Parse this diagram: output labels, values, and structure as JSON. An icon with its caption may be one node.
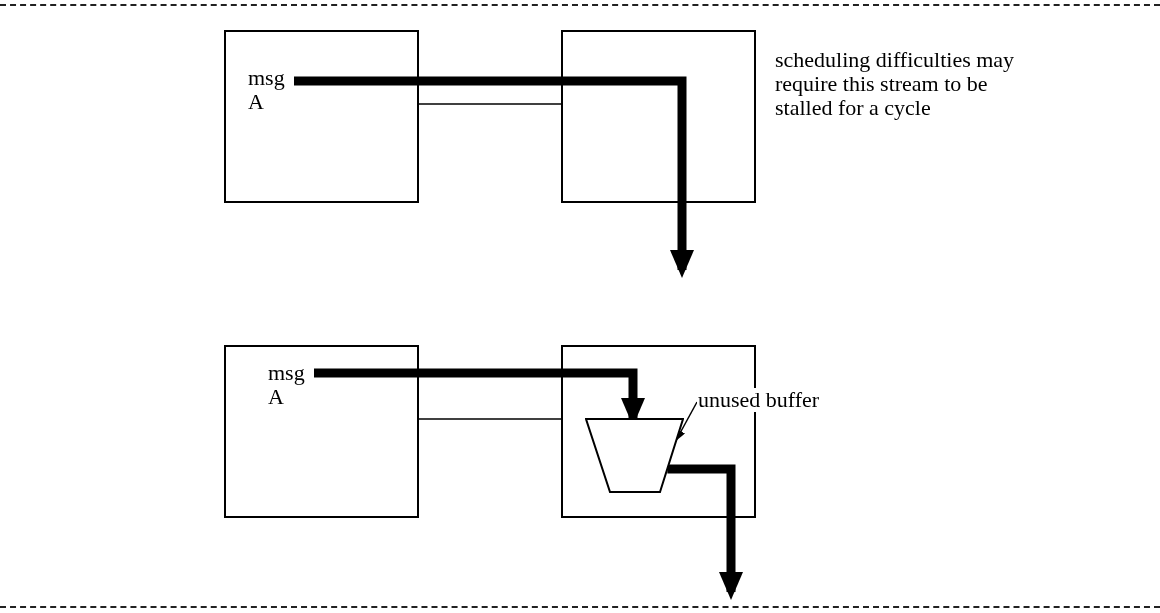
{
  "diagram": {
    "nodes": [
      {
        "text": [],
        "shape": "box"
      },
      {
        "text": [
          "msg A"
        ],
        "in": 0
      },
      {
        "text": [],
        "shape": "box",
        "beside": [
          "scheduling difficulties may require this stream to be stalled for a cycle"
        ]
      },
      {
        "text": [],
        "shape": "box"
      },
      {
        "text": [
          "msg A"
        ],
        "in": 3
      },
      {
        "text": [],
        "shape": "box"
      },
      {
        "text": [],
        "shape": "trapezoid",
        "in": 5
      },
      {
        "text": [
          "unused buffer"
        ]
      }
    ],
    "edges": [
      {
        "from": 0,
        "to": 2,
        "arrow": "none"
      },
      {
        "from": 1,
        "to": null,
        "arrow": "to",
        "style": "thick"
      },
      {
        "from": 3,
        "to": 5,
        "arrow": "none"
      },
      {
        "from": 4,
        "to": 6,
        "arrow": "to",
        "style": "thick"
      },
      {
        "from": 7,
        "to": 6,
        "arrow": "to"
      },
      {
        "from": 6,
        "to": null,
        "arrow": "to",
        "style": "thick"
      }
    ]
  }
}
